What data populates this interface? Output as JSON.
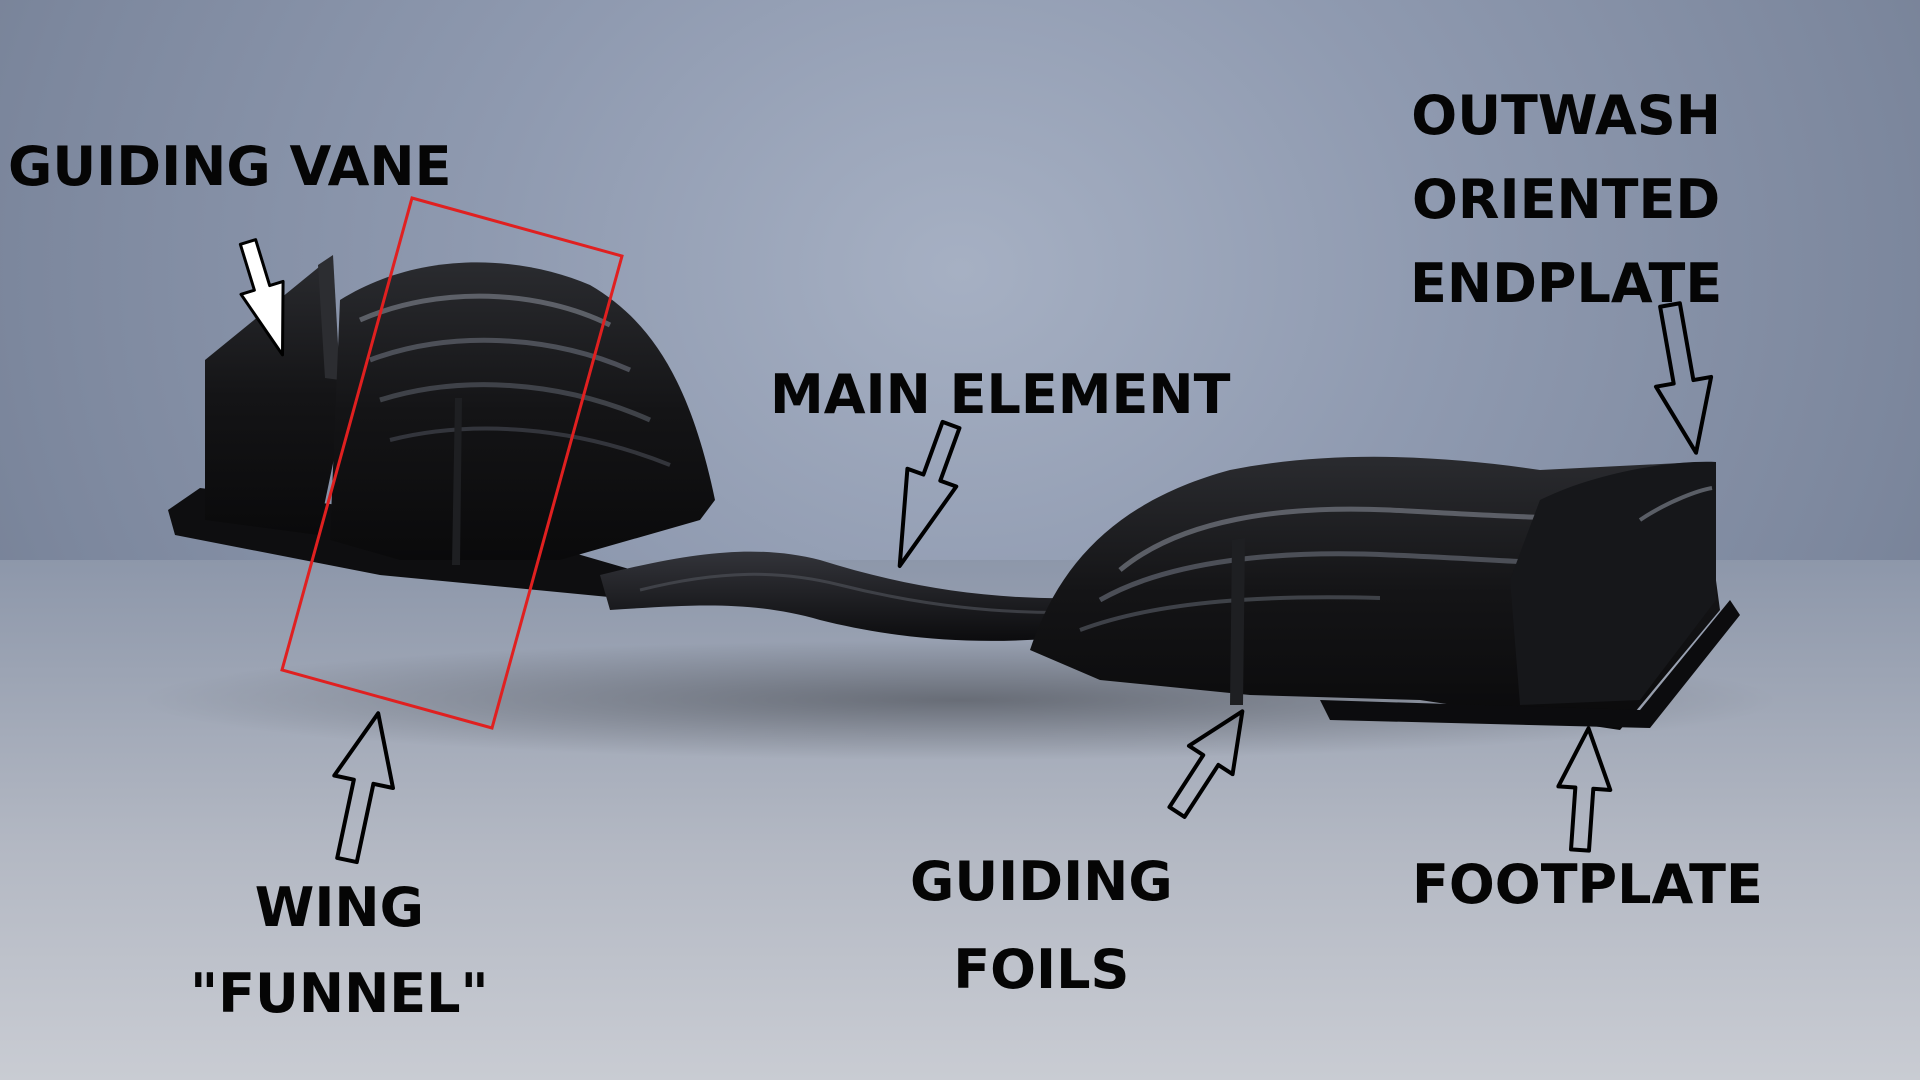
{
  "labels": {
    "guiding_vane": "GUIDING VANE",
    "main_element": "MAIN ELEMENT",
    "outwash": [
      "OUTWASH",
      "ORIENTED",
      "ENDPLATE"
    ],
    "wing_funnel": [
      "WING",
      "\"FUNNEL\""
    ],
    "guiding_foils": [
      "GUIDING",
      "FOILS"
    ],
    "footplate": "FOOTPLATE"
  },
  "colors": {
    "text": "#050505",
    "highlight_box": "#e02020",
    "arrow_outline": "#000000",
    "arrow_fill_white": "#ffffff",
    "arrow_fill_clear": "none",
    "wing_body": "#141416",
    "wing_highlight": "#6b6f78"
  },
  "icons": {
    "arrow_guiding_vane": "hollow-arrow-down-white",
    "arrow_main_element": "hollow-arrow-down",
    "arrow_outwash": "hollow-arrow-down",
    "arrow_funnel": "hollow-arrow-up",
    "arrow_foils": "hollow-arrow-up",
    "arrow_footplate": "hollow-arrow-up"
  }
}
